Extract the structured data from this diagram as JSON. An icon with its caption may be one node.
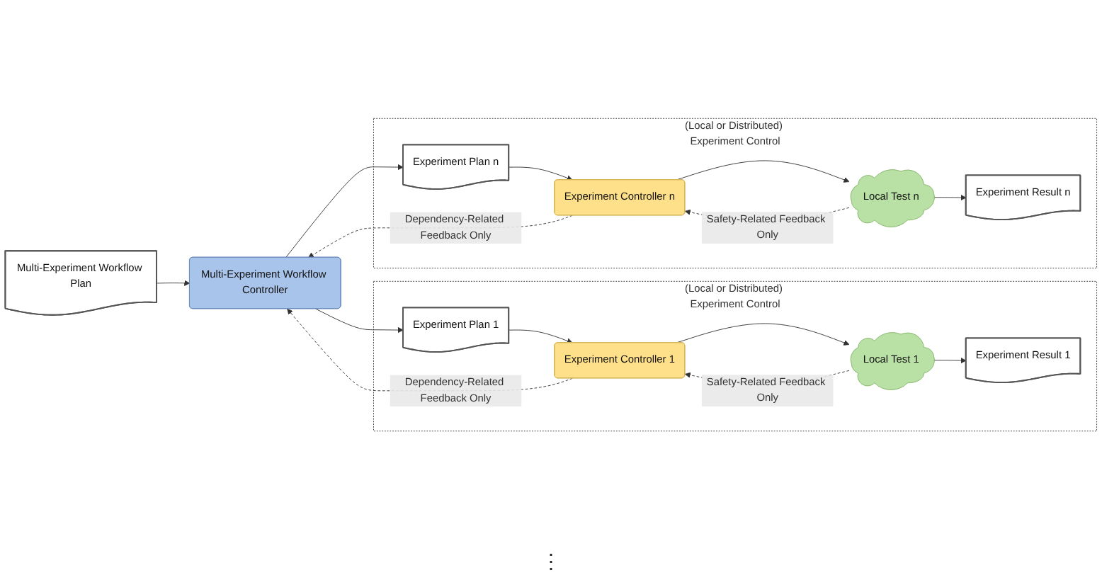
{
  "diagram": {
    "nodes": [
      {
        "text": [
          "Multi-Experiment Workflow Plan"
        ]
      },
      {
        "text": [
          "Multi-Experiment Workflow Controller"
        ]
      },
      {
        "text": [
          "(Local or Distributed) Experiment Control"
        ]
      },
      {
        "text": [
          "Experiment Plan 1"
        ],
        "in": 2
      },
      {
        "text": [
          "Experiment Controller 1"
        ],
        "in": 2
      },
      {
        "text": [
          "Local Test 1"
        ],
        "in": 2
      },
      {
        "text": [
          "Experiment Result 1"
        ],
        "in": 2
      },
      {
        "text": [
          "(Local or Distributed) Experiment Control"
        ]
      },
      {
        "text": [
          "Experiment Plan n"
        ],
        "in": 7
      },
      {
        "text": [
          "Experiment Controller n"
        ],
        "in": 7
      },
      {
        "text": [
          "Local Test n"
        ],
        "in": 7
      },
      {
        "text": [
          "Experiment Result n"
        ],
        "in": 7
      }
    ],
    "edges": [
      {
        "from": 0,
        "to": 1,
        "arrow": "to"
      },
      {
        "from": 1,
        "to": 3,
        "arrow": "to"
      },
      {
        "from": 1,
        "to": 8,
        "arrow": "to"
      },
      {
        "from": 3,
        "to": 4,
        "arrow": "to"
      },
      {
        "from": 4,
        "to": 5,
        "arrow": "to"
      },
      {
        "from": 5,
        "to": 6,
        "arrow": "to"
      },
      {
        "from": 5,
        "to": 4,
        "arrow": "to",
        "label": "Safety-Related Feedback Only",
        "style": "dashed"
      },
      {
        "from": 4,
        "to": 1,
        "arrow": "to",
        "label": "Dependency-Related Feedback Only",
        "style": "dashed"
      },
      {
        "from": 8,
        "to": 9,
        "arrow": "to"
      },
      {
        "from": 9,
        "to": 10,
        "arrow": "to"
      },
      {
        "from": 10,
        "to": 11,
        "arrow": "to"
      },
      {
        "from": 10,
        "to": 9,
        "arrow": "to",
        "label": "Safety-Related Feedback Only",
        "style": "dashed"
      },
      {
        "from": 9,
        "to": 1,
        "arrow": "to",
        "label": "Dependency-Related Feedback Only",
        "style": "dashed"
      }
    ],
    "labels": [
      "⋮"
    ]
  }
}
